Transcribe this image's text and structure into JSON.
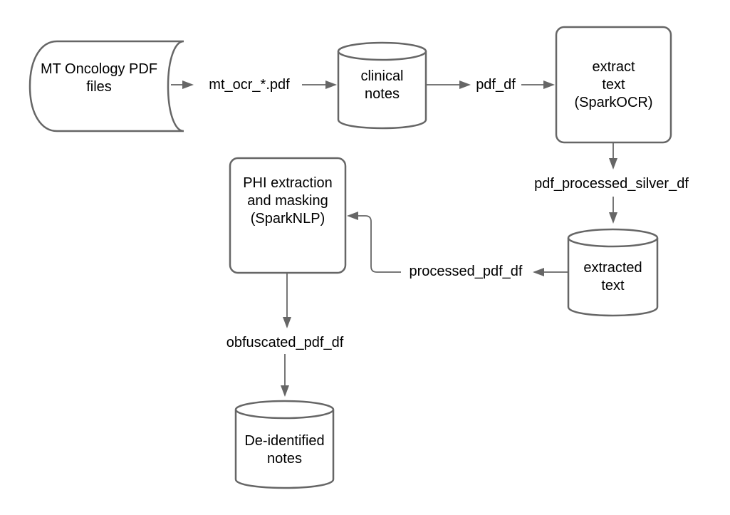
{
  "colors": {
    "stroke": "#666666",
    "text": "#000000",
    "background": "#ffffff"
  },
  "nodes": {
    "source": {
      "label": "MT Oncology PDF\nfiles",
      "shape": "stored-data"
    },
    "clinical_notes": {
      "label": "clinical\nnotes",
      "shape": "database-cylinder"
    },
    "extract_text": {
      "label": "extract\ntext\n(SparkOCR)",
      "shape": "rounded-process"
    },
    "extracted_text": {
      "label": "extracted\ntext",
      "shape": "database-cylinder"
    },
    "phi_masking": {
      "label": "PHI extraction\nand masking\n(SparkNLP)",
      "shape": "rounded-process"
    },
    "deidentified_notes": {
      "label": "De-identified\nnotes",
      "shape": "database-cylinder"
    }
  },
  "edges": {
    "source_to_clinical": {
      "label": "mt_ocr_*.pdf"
    },
    "clinical_to_extract": {
      "label": "pdf_df"
    },
    "extract_to_extracted": {
      "label": "pdf_processed_silver_df"
    },
    "extracted_to_phi": {
      "label": "processed_pdf_df"
    },
    "phi_to_deidentified": {
      "label": "obfuscated_pdf_df"
    }
  }
}
